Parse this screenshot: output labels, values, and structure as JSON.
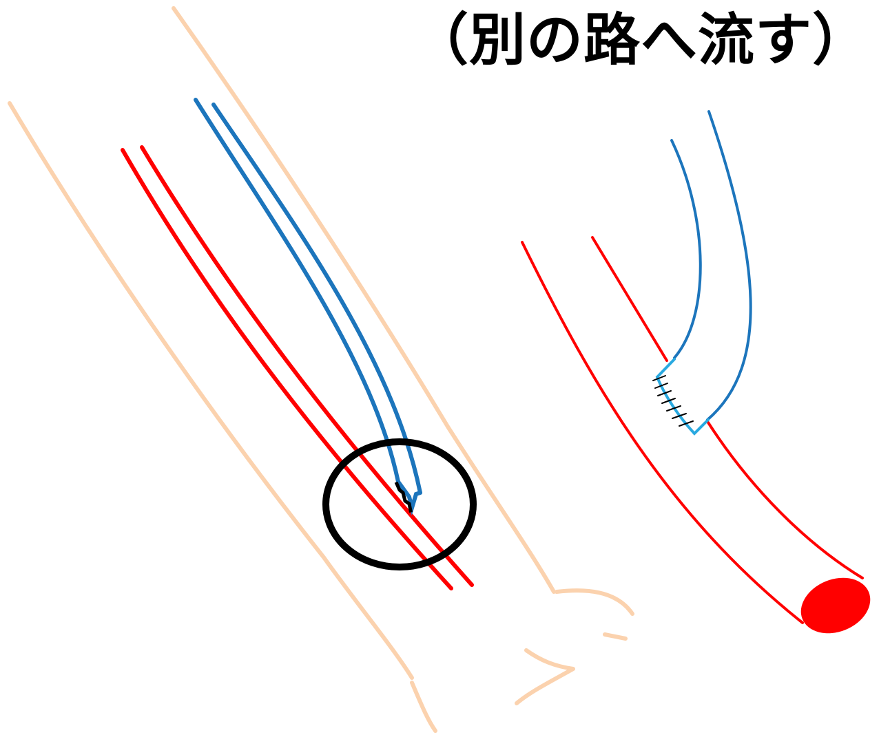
{
  "title": "（別の路へ流す）",
  "colors": {
    "skin_outline": "#FBD2AE",
    "artery": "#FF0000",
    "vein": "#1C75BC",
    "vein_anastomosis": "#29A9E0",
    "highlight_circle": "#000000",
    "suture": "#000000"
  },
  "panels": [
    {
      "name": "forearm-before",
      "elements": [
        "skin-outline",
        "artery",
        "vein",
        "anastomosis-highlight-circle"
      ]
    },
    {
      "name": "anastomosis-after",
      "elements": [
        "artery",
        "vein",
        "sutures",
        "artery-end"
      ]
    }
  ]
}
